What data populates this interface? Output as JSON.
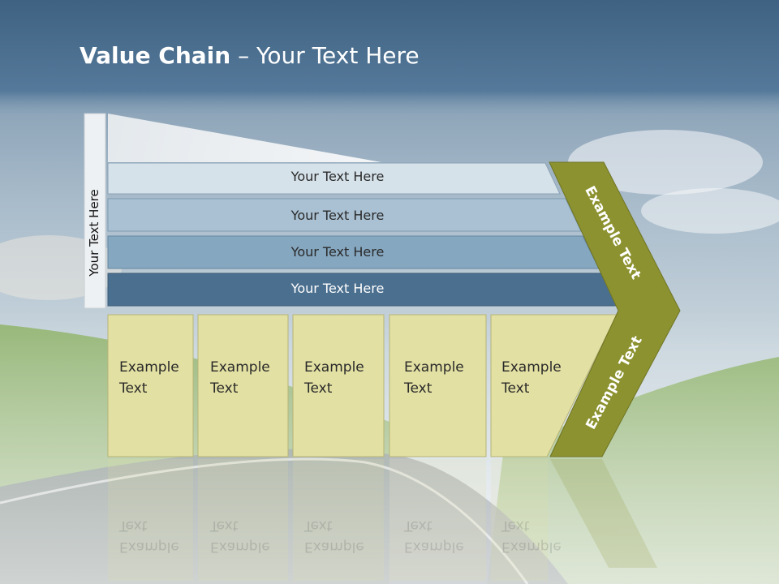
{
  "slide": {
    "title_bold": "Value Chain",
    "title_rest": " – Your Text Here",
    "side_label": "Your Text Here"
  },
  "bands": [
    {
      "label": "Your Text Here"
    },
    {
      "label": "Your Text Here"
    },
    {
      "label": "Your Text Here"
    },
    {
      "label": "Your Text Here"
    }
  ],
  "cells": [
    {
      "line1": "Example",
      "line2": "Text"
    },
    {
      "line1": "Example",
      "line2": "Text"
    },
    {
      "line1": "Example",
      "line2": "Text"
    },
    {
      "line1": "Example",
      "line2": "Text"
    },
    {
      "line1": "Example",
      "line2": "Text"
    }
  ],
  "chevron": {
    "upper_label": "Example Text",
    "lower_label": "Example Text"
  },
  "colors": {
    "band_1": "#d6e2ea",
    "band_2": "#a9c1d3",
    "band_3": "#86a7c0",
    "band_4": "#4b6f8f",
    "cell_fill": "#e2e0a3",
    "chevron_fill": "#8c922f",
    "header_bar": "#4f7393"
  }
}
